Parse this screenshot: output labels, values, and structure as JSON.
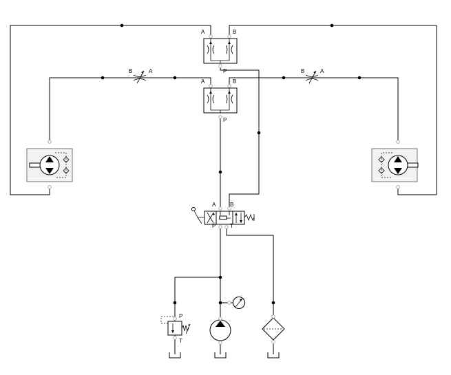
{
  "diagram": {
    "upper_flow_divider": {
      "port_a": "A",
      "port_b": "B",
      "port_p": "P"
    },
    "lower_flow_divider": {
      "port_a": "A",
      "port_b": "B",
      "port_p": "P"
    },
    "left_throttle": {
      "port_b": "B",
      "port_a": "A"
    },
    "right_throttle": {
      "port_b": "B",
      "port_a": "A"
    },
    "directional_valve": {
      "port_a": "A",
      "port_b": "B",
      "port_p": "P",
      "port_t": "T"
    },
    "relief_valve": {
      "port_p": "P",
      "port_t": "T"
    }
  }
}
